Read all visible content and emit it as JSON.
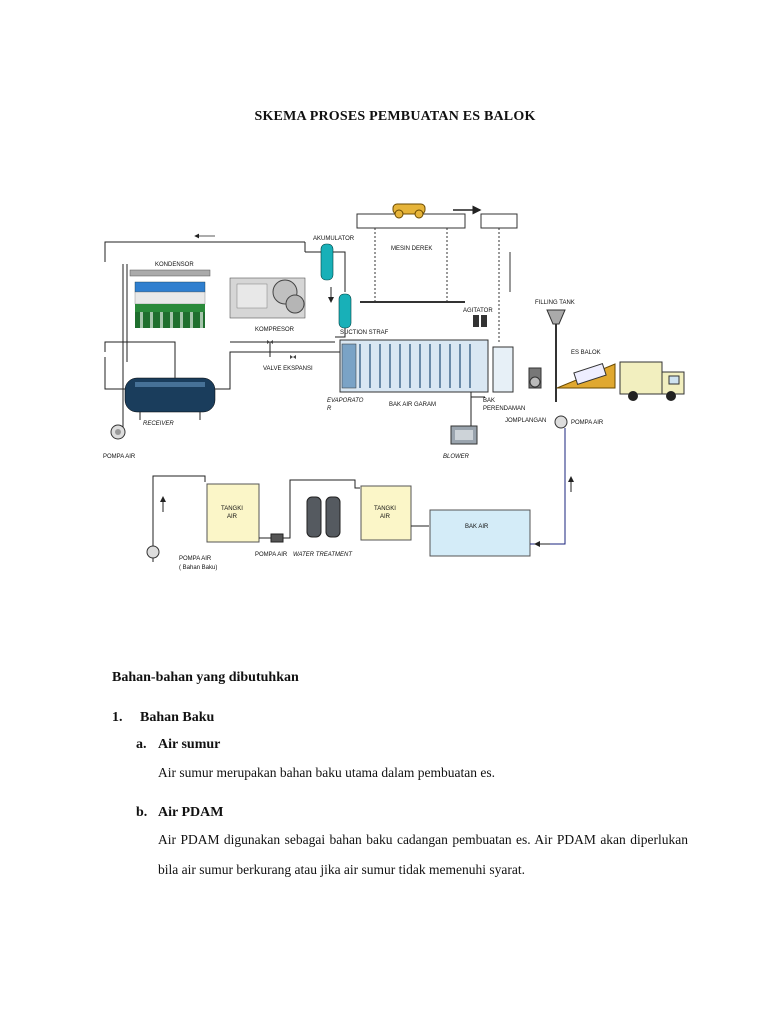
{
  "document": {
    "title": "SKEMA PROSES PEMBUATAN ES BALOK",
    "diagram_labels": {
      "kondensor": "KONDENSOR",
      "akumulator": "AKUMULATOR",
      "mesin_derek": "MESIN DEREK",
      "kompresor": "KOMPRESOR",
      "suction_straf": "SUCTION STRAF",
      "agitator": "AGITATOR",
      "filling_tank": "FILLING TANK",
      "valve_ekspansi": "VALVE EKSPANSI",
      "es_balok": "ES BALOK",
      "evaporator_line1": "EVAPORATO",
      "evaporator_line2": "R",
      "bak_air_garam": "BAK AIR GARAM",
      "bak_perendaman_line1": "BAK",
      "bak_perendaman_line2": "PERENDAMAN",
      "jomplangan": "JOMPLANGAN",
      "pompa_air_right": "POMPA AIR",
      "receiver": "RECEIVER",
      "blower": "BLOWER",
      "pompa_air_left": "POMPA AIR",
      "tangki_air_1_line1": "TANGKI",
      "tangki_air_1_line2": "AIR",
      "tangki_air_2_line1": "TANGKI",
      "tangki_air_2_line2": "AIR",
      "bak_air": "BAK AIR",
      "pompa_air_bahan_baku": "POMPA AIR",
      "bahan_baku_note": "( Bahan Baku)",
      "pompa_air_mid": "POMPA AIR",
      "water_treatment": "WATER TREATMENT"
    },
    "section_heading": "Bahan-bahan yang dibutuhkan",
    "item1": {
      "number": "1.",
      "label": "Bahan Baku"
    },
    "item1a": {
      "letter": "a.",
      "label": "Air sumur",
      "text": "Air sumur merupakan bahan baku utama dalam pembuatan es."
    },
    "item1b": {
      "letter": "b.",
      "label": "Air PDAM",
      "text": "Air PDAM digunakan sebagai bahan baku cadangan pembuatan es. Air PDAM akan diperlukan bila air sumur berkurang atau jika air sumur tidak memenuhi syarat."
    }
  }
}
